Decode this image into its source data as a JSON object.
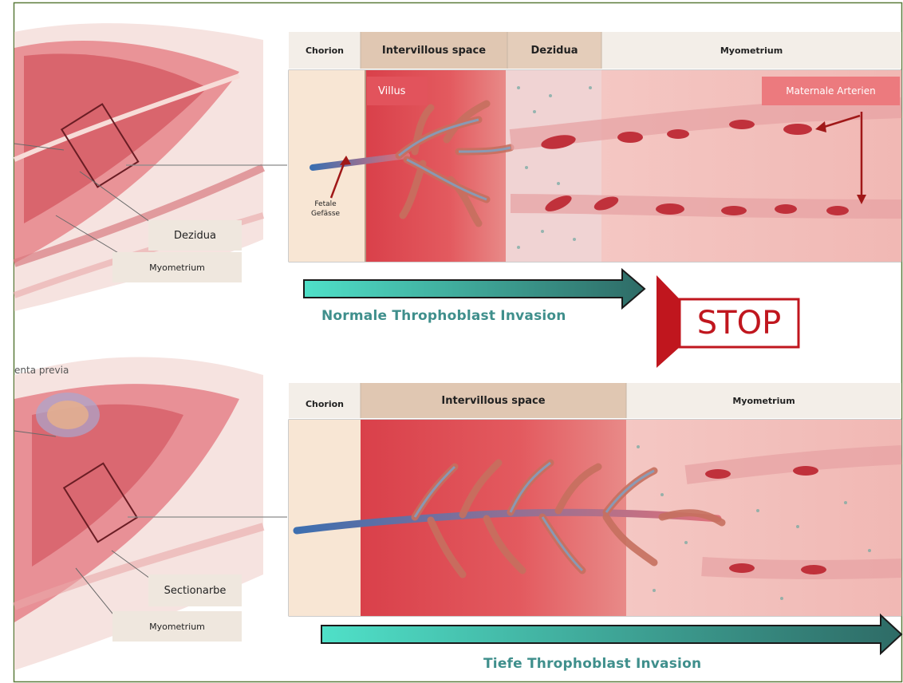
{
  "top_panel": {
    "headers": [
      "Chorion",
      "Intervillous space",
      "Dezidua",
      "Myometrium"
    ],
    "labels": {
      "villus": "Villus",
      "maternal_arteries": "Maternale Arterien",
      "fetal_vessels_1": "Fetale",
      "fetal_vessels_2": "Gefässe"
    },
    "arrow_caption": "Normale Throphoblast Invasion"
  },
  "bottom_panel": {
    "headers": [
      "Chorion",
      "Intervillous space",
      "Myometrium"
    ],
    "arrow_caption": "Tiefe Throphoblast Invasion"
  },
  "side_labels": {
    "top_decidua": "Dezidua",
    "top_myometrium": "Myometrium",
    "bottom_scar": "Sectionarbe",
    "bottom_myometrium": "Myometrium",
    "partial_text": "enta previa"
  },
  "stop_sign": {
    "label": "STOP",
    "color": "#c0161e"
  },
  "colors": {
    "frame": "#5b7a3a",
    "arrow_start": "#4fe0c8",
    "arrow_end": "#2e6b66",
    "caption": "#3f8f8c"
  }
}
